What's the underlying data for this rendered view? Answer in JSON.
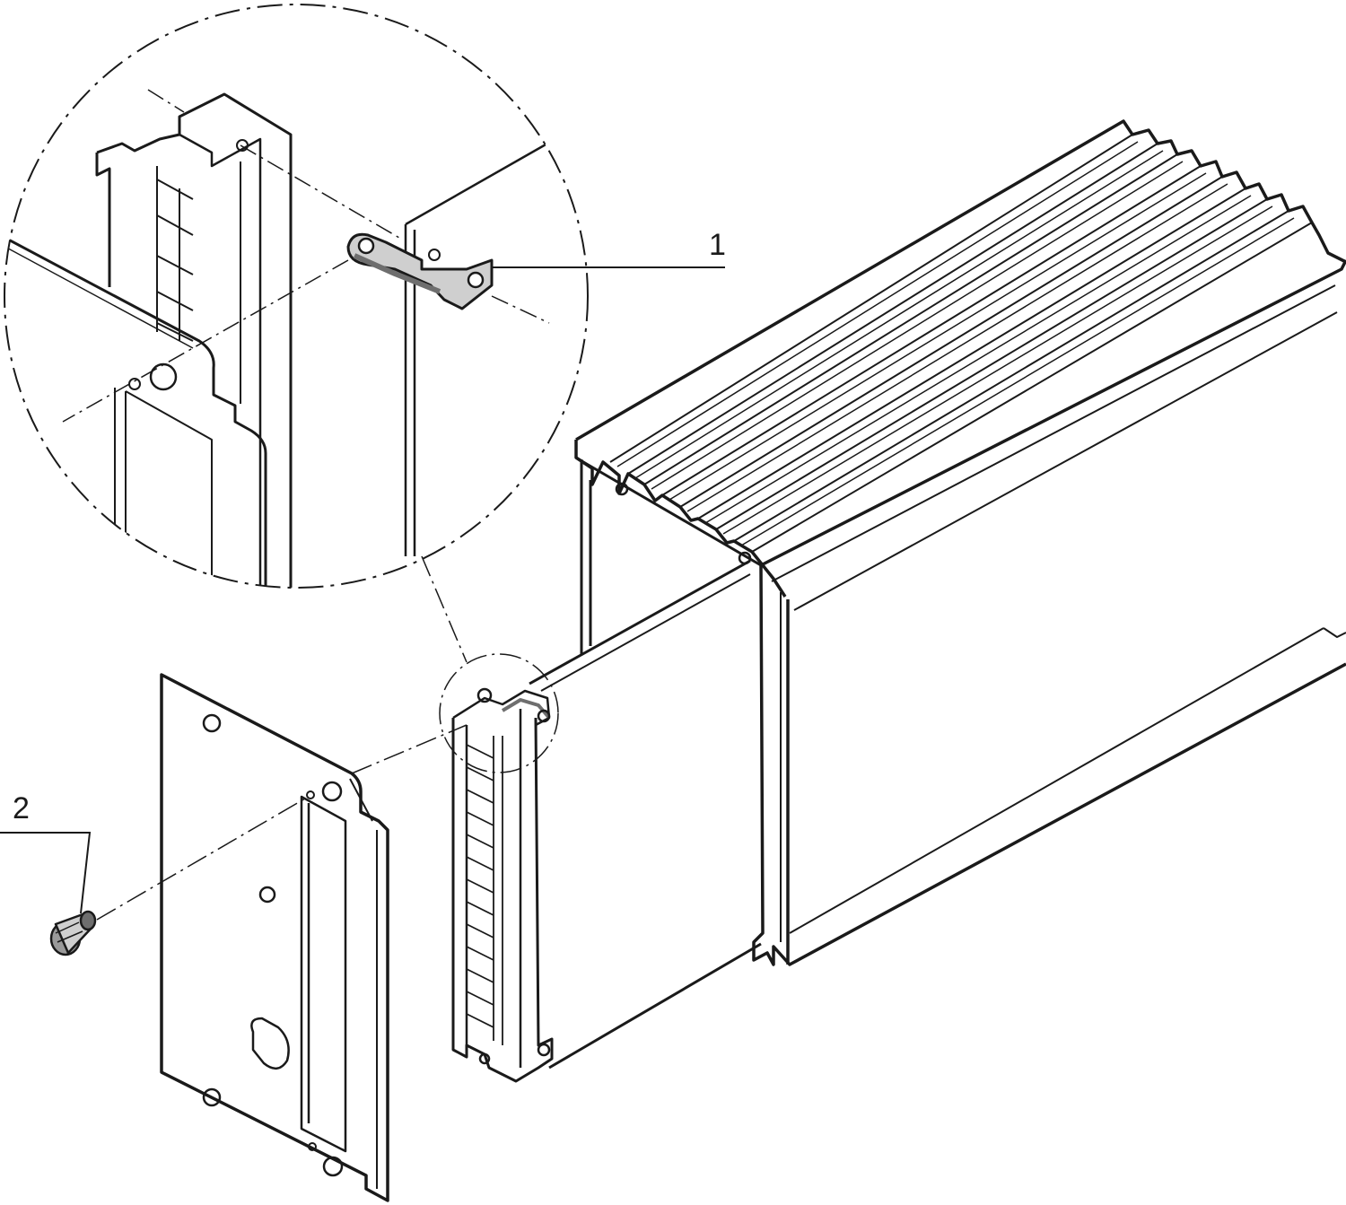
{
  "callouts": [
    {
      "id": "1",
      "label": "1",
      "part": "bracket"
    },
    {
      "id": "2",
      "label": "2",
      "part": "screw"
    }
  ],
  "colors": {
    "line": "#1a1a1a",
    "background": "#ffffff",
    "part_fill": "#cfcfcf",
    "part_shadow": "#6e6e6e"
  },
  "icons": {
    "bracket": "bracket-icon",
    "screw": "screw-icon"
  }
}
